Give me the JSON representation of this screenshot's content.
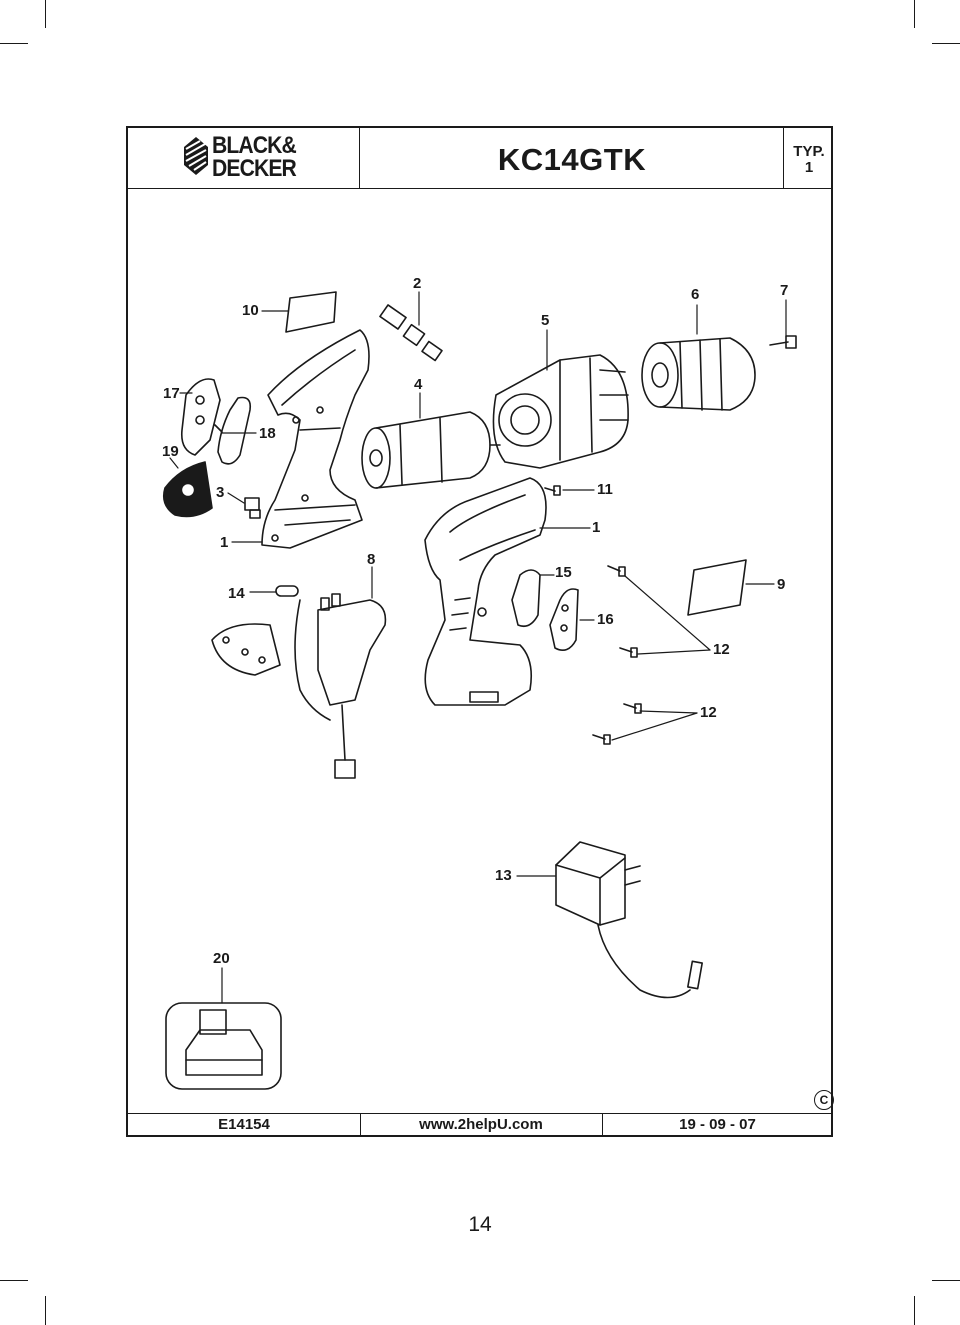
{
  "header": {
    "brand_line1": "BLACK&",
    "brand_line2": "DECKER",
    "model": "KC14GTK",
    "type_label": "TYP.",
    "type_number": "1"
  },
  "callouts": {
    "c10": "10",
    "c2": "2",
    "c6": "6",
    "c7": "7",
    "c5": "5",
    "c17": "17",
    "c4": "4",
    "c18": "18",
    "c19": "19",
    "c3": "3",
    "c11": "11",
    "c1a": "1",
    "c1b": "1",
    "c8": "8",
    "c15": "15",
    "c9": "9",
    "c14": "14",
    "c16": "16",
    "c12a": "12",
    "c12b": "12",
    "c13": "13",
    "c20": "20"
  },
  "footer": {
    "code": "E14154",
    "website": "www.2helpU.com",
    "date": "19 - 09 - 07",
    "copyright": "C"
  },
  "page_number": "14"
}
